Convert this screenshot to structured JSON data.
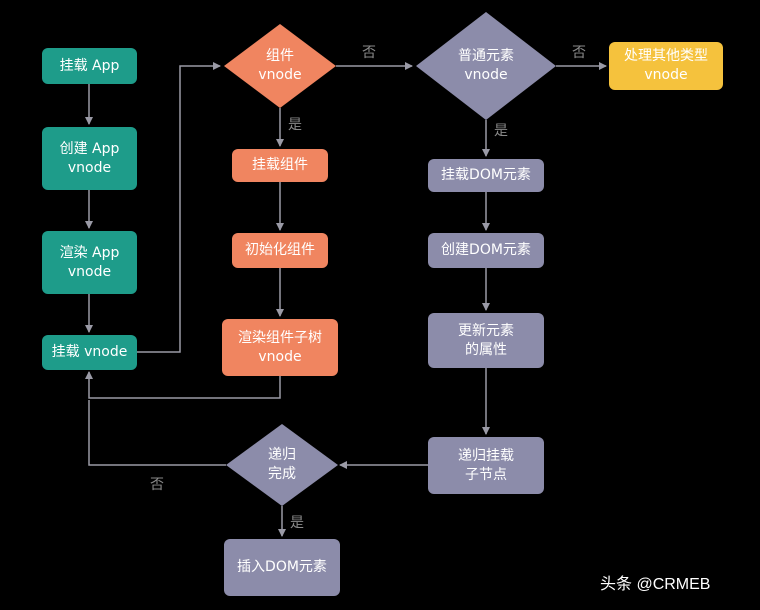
{
  "nodes": {
    "mount_app": {
      "line1": "挂载 App"
    },
    "create_app_vnode": {
      "line1": "创建 App",
      "line2": "vnode"
    },
    "render_app_vnode": {
      "line1": "渲染 App",
      "line2": "vnode"
    },
    "mount_vnode": {
      "line1": "挂载 vnode"
    },
    "is_component_vnode": {
      "line1": "组件",
      "line2": "vnode"
    },
    "mount_component": {
      "line1": "挂载组件"
    },
    "init_component": {
      "line1": "初始化组件"
    },
    "render_component_subtree": {
      "line1": "渲染组件子树",
      "line2": "vnode"
    },
    "is_element_vnode": {
      "line1": "普通元素",
      "line2": "vnode"
    },
    "handle_other_types": {
      "line1": "处理其他类型",
      "line2": "vnode"
    },
    "mount_dom_element": {
      "line1": "挂载DOM元素"
    },
    "create_dom_element": {
      "line1": "创建DOM元素"
    },
    "update_element_props": {
      "line1": "更新元素",
      "line2": "的属性"
    },
    "recursive_mount_children": {
      "line1": "递归挂载",
      "line2": "子节点"
    },
    "recursion_done": {
      "line1": "递归",
      "line2": "完成"
    },
    "insert_dom_element": {
      "line1": "插入DOM元素"
    }
  },
  "edge_labels": {
    "no_1": "否",
    "yes_1": "是",
    "no_2": "否",
    "yes_2": "是",
    "no_3": "否",
    "yes_3": "是"
  },
  "colors": {
    "teal": "#1e9c8a",
    "orange": "#f08560",
    "purple": "#8c8caa",
    "yellow": "#f5c23d",
    "line": "#9a9aa6"
  },
  "watermark": "头条 @CRMEB"
}
